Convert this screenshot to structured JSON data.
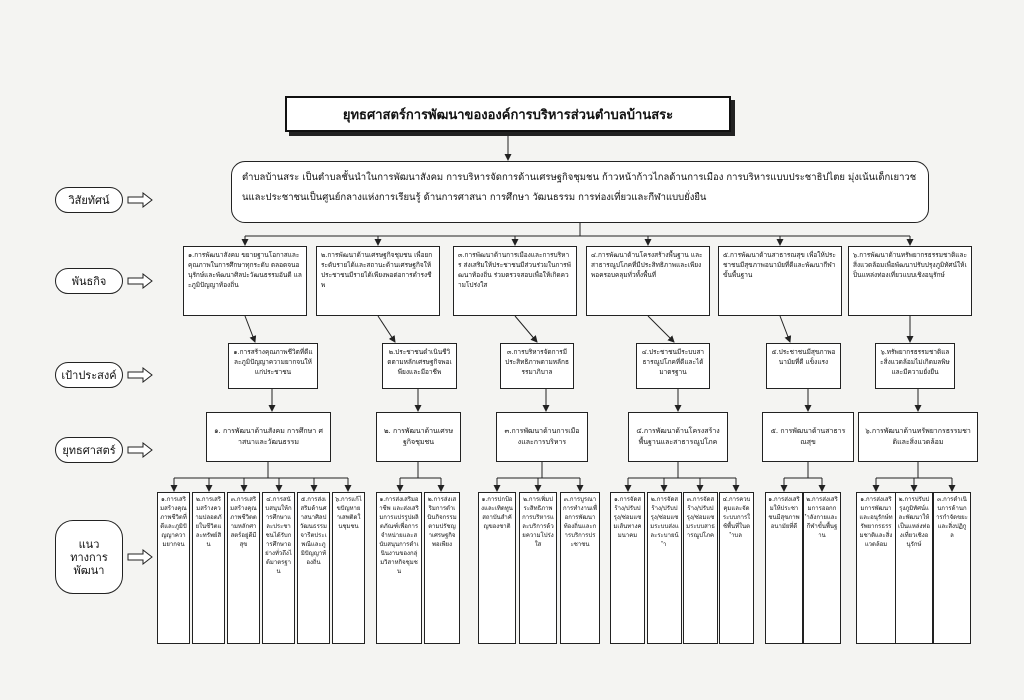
{
  "title": "ยุทธศาสตร์การพัฒนาขององค์การบริหารส่วนตำบลบ้านสระ",
  "labels": {
    "vision": "วิสัยทัศน์",
    "mission": "พันธกิจ",
    "goal": "เป้าประสงค์",
    "strategy": "ยุทธศาสตร์",
    "guidelines": "แนว ทางการ พัฒนา"
  },
  "vision_text": "ตำบลบ้านสระ   เป็นตำบลชั้นนำในการพัฒนาสังคม   การบริหารจัดการด้านเศรษฐกิจชุมชน   ก้าวหน้าก้าวไกลด้านการเมือง   การบริหารแบบประชาธิปไตย มุ่งเน้นเด็กเยาวชนและประชาชนเป็นศูนย์กลางแห่งการเรียนรู้ ด้านการศาสนา การศึกษา วัฒนธรรม การท่องเที่ยวและกีฬาแบบยั่งยืน",
  "missions": [
    "๑.การพัฒนาสังคม ขยายฐานโอกาสและคุณภาพในการศึกษาทุกระดับ ตลอดจนอนุรักษ์และพัฒนาศิลปะวัฒนธรรมอันดี และภูมิปัญญาท้องถิ่น",
    "๒.การพัฒนาด้านเศรษฐกิจชุมชน เพื่อยกระดับรายได้และสถานะด้านเศรษฐกิจให้ประชาชนมีรายได้เพียงพอต่อการดำรงชีพ",
    "๓.การพัฒนาด้านการเมืองและการบริหาร ส่งเสริมให้ประชาชนมีส่วนร่วมในการพัฒนาท้องถิ่น ร่วมตรวจสอบเพื่อให้เกิดความโปร่งใส",
    "๔.การพัฒนาด้านโครงสร้างพื้นฐาน และสาธารณูปโภคที่มีประสิทธิภาพและเพียงพอครอบคลุมทั่วทั้งพื้นที่",
    "๕.การพัฒนาด้านสาธารณสุข เพื่อให้ประชาชนมีสุขภาพอนามัยที่ดีและพัฒนากีฬาขั้นพื้นฐาน",
    "๖.การพัฒนาด้านทรัพยากรธรรมชาติและสิ่งแวดล้อมเพื่อพัฒนาปรับปรุงภูมิทัศน์ให้เป็นแหล่งท่องเที่ยวแบบเชิงอนุรักษ์"
  ],
  "goals": [
    "๑.การสร้างคุณภาพชีวิตที่ดีและภูมิปัญญาความยากจนให้แก่ประชาชน",
    "๒.ประชาชนดำเนินชีวิตตามหลักเศรษฐกิจพอเพียงและมีอาชีพ",
    "๓.การบริหารจัดการมีประสิทธิภาพตามหลักธรรมาภิบาล",
    "๔.ประชาชนมีระบบสาธารณูปโภคที่ดีและได้มาตรฐาน",
    "๕.ประชาชนมีสุขภาพอนามัยที่ดี แข็งแรง",
    "๖.ทรัพยากรธรรมชาติและสิ่งแวดล้อมไม่เกิดมลพิษและมีความยั่งยืน"
  ],
  "strategies": [
    "๑. การพัฒนาด้านสังคม การศึกษา ศาสนาและวัฒนธรรม",
    "๒. การพัฒนาด้านเศรษฐกิจชุมชน",
    "๓.การพัฒนาด้านการเมืองและการบริหาร",
    "๔.การพัฒนาด้านโครงสร้างพื้นฐานและสาธารณูปโภค",
    "๕. การพัฒนาด้านสาธารณสุข",
    "๖.การพัฒนาด้านทรัพยากรธรรมชาติและสิ่งแวดล้อม"
  ],
  "guidelines": [
    "๑.การเสริมสร้างคุณภาพชีวิตที่ดีและภูมิปัญญาความยากจน",
    "๒.การเสริมสร้างความปลอดภัยในชีวิตและทรัพย์สิน",
    "๓.การเสริมสร้างคุณภาพชีวิตตามหลักศาสตร์อยู่ดีมีสุข",
    "๔.การสนับสนุนให้การศึกษาและประชาชนได้รับการศึกษาอย่างทั่วถึงได้มาตรฐาน",
    "๕.การส่งเสริมด้านศาสนาศิลปวัฒนธรรมจารีตประเพณีและภูมิปัญญาท้องถิ่น",
    "๖.การแก้ไขปัญหายาเสพติดในชุมชน",
    "๑.การส่งเสริมอาชีพ และส่งเสริมการแปรรูปผลิตภัณฑ์เพื่อการจำหน่ายและสนับสนุนการดำเนินงานของกลุ่มวิสาหกิจชุมชน",
    "๒.การส่งเสริมการดำเนินกิจกรรมตามปรัชญาเศรษฐกิจพอเพียง",
    "๑.การปกป้องและเทิดทูนสถาบันสำคัญของชาติ",
    "๒.การเพิ่มประสิทธิภาพการบริหารและบริการด้วยความโปร่งใส",
    "๓.การบูรณาการทำงานเพื่อการพัฒนาท้องถิ่นและการบริการประชาชน",
    "๑.การจัดสร้าง/ปรับปรุง/ซ่อมแซมเส้นทางคมนาคม",
    "๒.การจัดสร้าง/ปรับปรุง/ซ่อมแซมระบบส่งและระบายน้ำ",
    "๓.การจัดสร้าง/ปรับปรุง/ซ่อมแซมระบบสาธารณูปโภค",
    "๔.การควบคุมและจัดระบบการใช้พื้นที่ในตำบล",
    "๑.การส่งเสริมให้ประชาชนมีสุขภาพอนามัยที่ดี",
    "๒.การส่งเสริมการออกกำลังกายและกีฬาขั้นพื้นฐาน",
    "๑.การส่งเสริมการพัฒนาและอนุรักษ์ทรัพยากรธรรมชาติและสิ่งแวดล้อม",
    "๒.การปรับปรุงภูมิทัศน์และพัฒนาให้เป็นแหล่งท่องเที่ยวเชิงอนุรักษ์",
    "๓.การดำเนินการด้านการกำจัดขยะและสิ่งปฏิกูล"
  ]
}
